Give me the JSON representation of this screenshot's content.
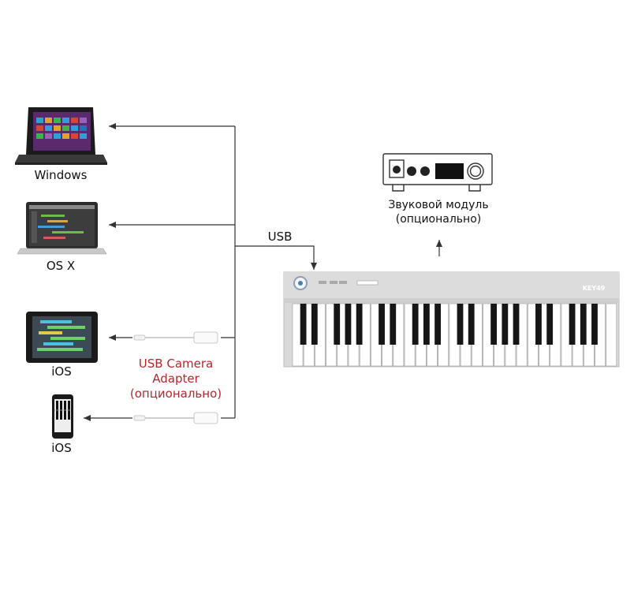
{
  "devices": {
    "windows_label": "Windows",
    "osx_label": "OS X",
    "ios_tablet_label": "iOS",
    "ios_phone_label": "iOS"
  },
  "connection": {
    "usb_label": "USB"
  },
  "adapter": {
    "line1": "USB Camera",
    "line2": "Adapter",
    "line3": "(опционально)"
  },
  "sound_module": {
    "line1": "Звуковой модуль",
    "line2": "(опционально)"
  },
  "keyboard": {
    "brand_label": "KEY49"
  },
  "colors": {
    "line": "#333333",
    "accent_red": "#b5262b",
    "keyboard_body": "#d9d9d9"
  }
}
